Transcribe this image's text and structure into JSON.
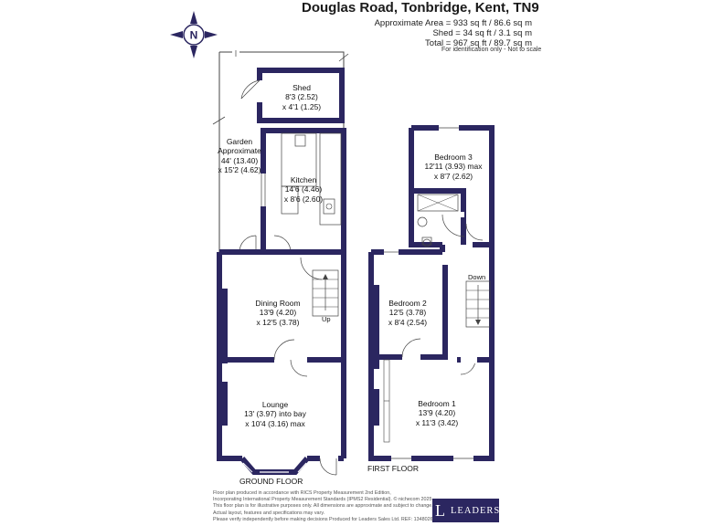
{
  "header": {
    "title": "Douglas Road, Tonbridge, Kent, TN9",
    "area_lines": [
      "Approximate Area = 933 sq ft / 86.6 sq m",
      "Shed = 34 sq ft / 3.1 sq m",
      "Total = 967 sq ft / 89.7 sq m"
    ],
    "note": "For identification only - Not to scale"
  },
  "compass": {
    "letter": "N"
  },
  "floors": {
    "ground": "GROUND FLOOR",
    "first": "FIRST FLOOR"
  },
  "rooms": {
    "shed": [
      "Shed",
      "8'3 (2.52)",
      "x 4'1 (1.25)"
    ],
    "garden": [
      "Garden",
      "Approximate",
      "44' (13.40)",
      "x 15'2 (4.62)"
    ],
    "kitchen": [
      "Kitchen",
      "14'6 (4.46)",
      "x 8'6 (2.60)"
    ],
    "dining": [
      "Dining Room",
      "13'9 (4.20)",
      "x 12'5 (3.78)"
    ],
    "lounge": [
      "Lounge",
      "13' (3.97) into bay",
      "x 10'4 (3.16) max"
    ],
    "bedroom3": [
      "Bedroom 3",
      "12'11 (3.93) max",
      "x 8'7 (2.62)"
    ],
    "bedroom2": [
      "Bedroom 2",
      "12'5 (3.78)",
      "x 8'4 (2.54)"
    ],
    "bedroom1": [
      "Bedroom 1",
      "13'9 (4.20)",
      "x 11'3 (3.42)"
    ]
  },
  "stairs": {
    "up": "Up",
    "down": "Down"
  },
  "footer": {
    "lines": [
      "Floor plan produced in accordance with RICS Property Measurement 2nd Edition,",
      "Incorporating International Property Measurement Standards (IPMS2 Residential). © nichecom 2025.",
      "This floor plan is for illustrative purposes only. All dimensions are approximate and subject to change.",
      "Actual layout, features and specifications may vary.",
      "Please verify independently before making decisions Produced for Leaders Sales Ltd.   REF: 1348026"
    ]
  },
  "logo": {
    "letter": "L",
    "word": "LEADERS"
  },
  "colors": {
    "wall": "#2b2660",
    "line": "#444444",
    "accent": "#2b2660"
  }
}
